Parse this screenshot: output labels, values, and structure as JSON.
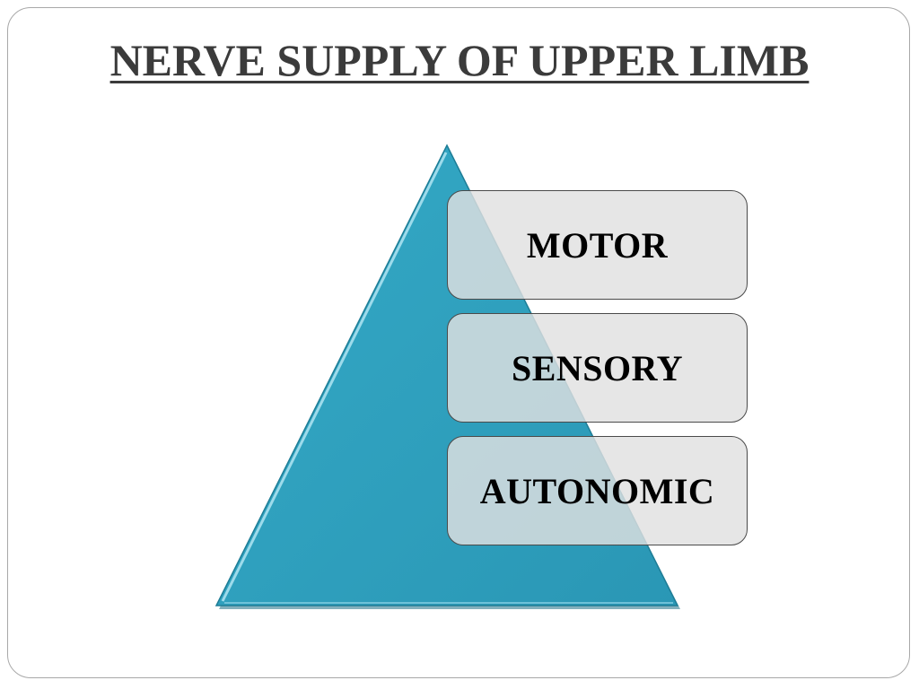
{
  "slide": {
    "title": "NERVE SUPPLY OF UPPER LIMB"
  },
  "diagram": {
    "type": "pyramid-list",
    "pyramid_color": "#2ea0be",
    "pyramid_highlight": "#8fd3e6",
    "box_fill": "#e1e1e1",
    "box_border": "#4a4a4a",
    "items": [
      {
        "label": "MOTOR"
      },
      {
        "label": "SENSORY"
      },
      {
        "label": "AUTONOMIC"
      }
    ]
  }
}
